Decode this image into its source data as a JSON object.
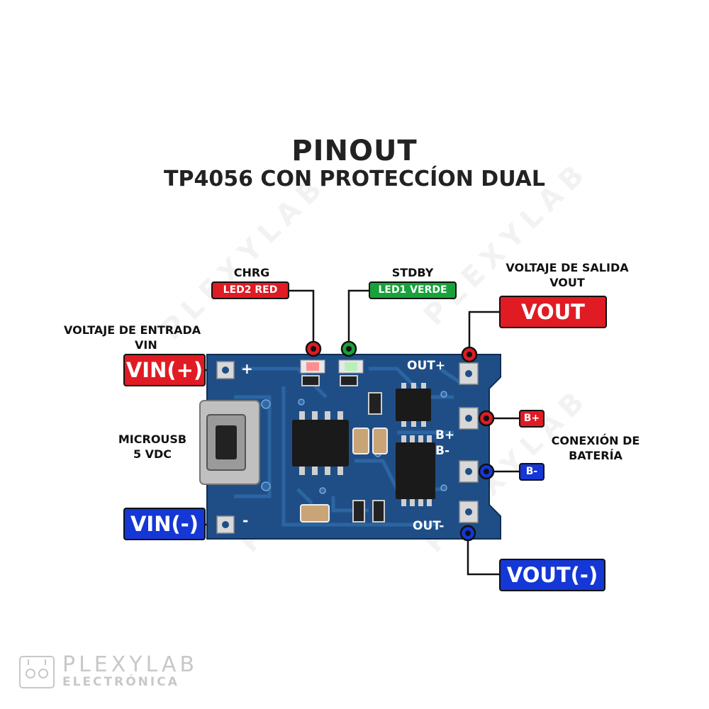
{
  "header": {
    "title": "PINOUT",
    "subtitle": "TP4056 CON PROTECCÍON DUAL"
  },
  "labels": {
    "chrg": "CHRG",
    "chrg_led": "LED2 RED",
    "stdby": "STDBY",
    "stdby_led": "LED1 VERDE",
    "vout_title_1": "VOLTAJE DE SALIDA",
    "vout_title_2": "VOUT",
    "vout_pos": "VOUT (+)",
    "vin_title_1": "VOLTAJE DE ENTRADA",
    "vin_title_2": "VIN",
    "vin_pos": "VIN(+)",
    "microusb_1": "MICROUSB",
    "microusb_2": "5 VDC",
    "vin_neg": "VIN(-)",
    "b_pos": "B+",
    "b_neg": "B-",
    "battery_1": "CONEXIÓN DE",
    "battery_2": "BATERÍA",
    "vout_neg": "VOUT(-)"
  },
  "board": {
    "silk_plus": "+",
    "silk_minus": "-",
    "silk_out_plus": "OUT+",
    "silk_bplus": "B+",
    "silk_bminus": "B-",
    "silk_out_minus": "OUT-"
  },
  "watermark": {
    "text": "PLEXYLAB"
  },
  "brand": {
    "name": "PLEXYLAB",
    "tagline": "ELECTRÓNICA"
  },
  "colors": {
    "red": "#e01b24",
    "blue": "#1437d6",
    "green": "#17a33a",
    "pcb": "#1f4e86"
  }
}
